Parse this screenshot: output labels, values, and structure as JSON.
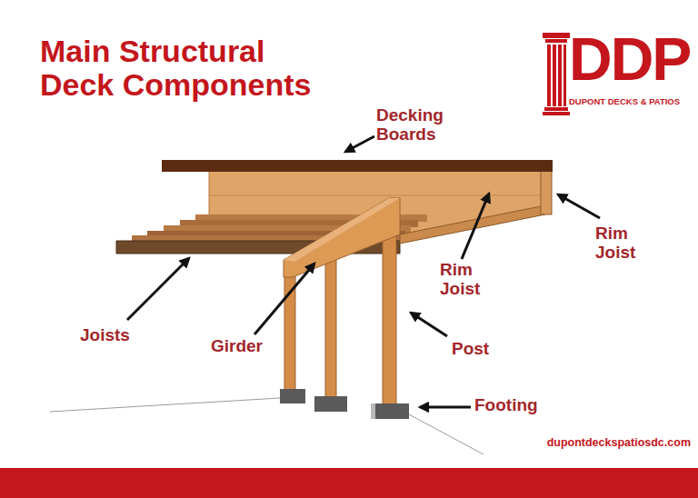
{
  "diagram": {
    "title": "Main Structural Deck Components",
    "labels": [
      "DDP",
      "DUPONT DECKS & PATIOS",
      "Decking Boards",
      "Rim Joist",
      "Rim Joist",
      "Joists",
      "Girder",
      "Post",
      "Footing",
      "dupontdeckspatiosdc.com"
    ]
  }
}
